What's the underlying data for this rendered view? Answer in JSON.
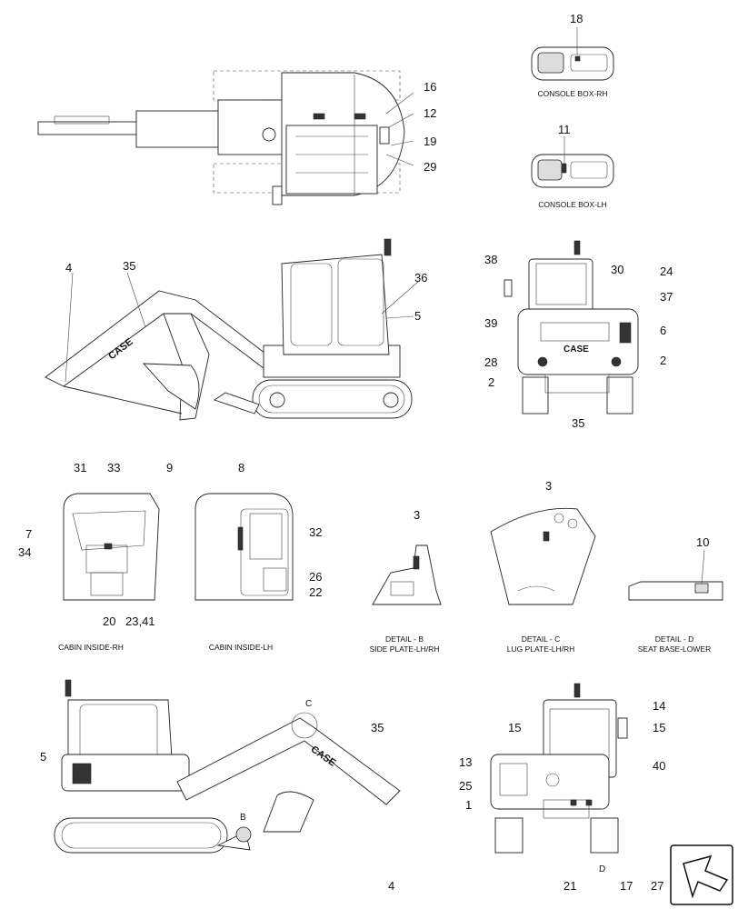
{
  "views": {
    "console_rh": {
      "caption": "CONSOLE BOX-RH"
    },
    "console_lh": {
      "caption": "CONSOLE BOX-LH"
    },
    "cabin_rh": {
      "caption": "CABIN INSIDE-RH"
    },
    "cabin_lh": {
      "caption": "CABIN INSIDE-LH"
    },
    "detail_b": {
      "caption_line1": "DETAIL - B",
      "caption_line2": "SIDE PLATE-LH/RH"
    },
    "detail_c": {
      "caption_line1": "DETAIL - C",
      "caption_line2": "LUG PLATE-LH/RH"
    },
    "detail_d": {
      "caption_line1": "DETAIL - D",
      "caption_line2": "SEAT BASE-LOWER"
    }
  },
  "callouts": {
    "c18": "18",
    "c11": "11",
    "c16": "16",
    "c12": "12",
    "c19": "19",
    "c29": "29",
    "c4a": "4",
    "c35a": "35",
    "c36": "36",
    "c5a": "5",
    "c38": "38",
    "c30": "30",
    "c24": "24",
    "c37": "37",
    "c39": "39",
    "c6": "6",
    "c28": "28",
    "c2a": "2",
    "c2b": "2",
    "c35b": "35",
    "c31": "31",
    "c33": "33",
    "c9": "9",
    "c8": "8",
    "c7": "7",
    "c34": "34",
    "c32": "32",
    "c26": "26",
    "c22": "22",
    "c20": "20",
    "c2341": "23,41",
    "c3a": "3",
    "c3b": "3",
    "c10": "10",
    "cC": "C",
    "c35c": "35",
    "c5b": "5",
    "cB": "B",
    "c4b": "4",
    "c14": "14",
    "c15a": "15",
    "c15b": "15",
    "c13": "13",
    "c40": "40",
    "c25": "25",
    "c1": "1",
    "c21": "21",
    "cD": "D",
    "c17": "17",
    "c27": "27"
  },
  "branding": {
    "logo": "CASE"
  },
  "icons": {
    "nav": "front-direction-arrow-icon"
  }
}
